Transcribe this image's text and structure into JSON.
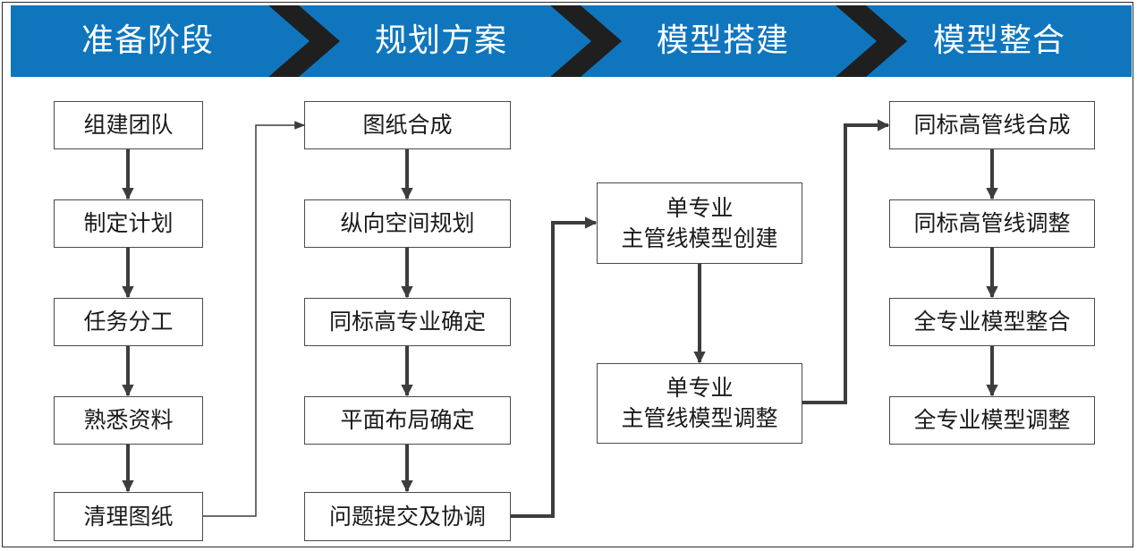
{
  "phases": [
    "准备阶段",
    "规划方案",
    "模型搭建",
    "模型整合"
  ],
  "column1": [
    "组建团队",
    "制定计划",
    "任务分工",
    "熟悉资料",
    "清理图纸"
  ],
  "column2": [
    "图纸合成",
    "纵向空间规划",
    "同标高专业确定",
    "平面布局确定",
    "问题提交及协调"
  ],
  "column3": [
    {
      "line1": "单专业",
      "line2": "主管线模型创建"
    },
    {
      "line1": "单专业",
      "line2": "主管线模型调整"
    }
  ],
  "column4": [
    "同标高管线合成",
    "同标高管线调整",
    "全专业模型整合",
    "全专业模型调整"
  ],
  "colors": {
    "banner": "#0f76be",
    "chevron": "#1f1f1f",
    "arrow": "#3d3d3d",
    "border": "#4a4a4a"
  }
}
